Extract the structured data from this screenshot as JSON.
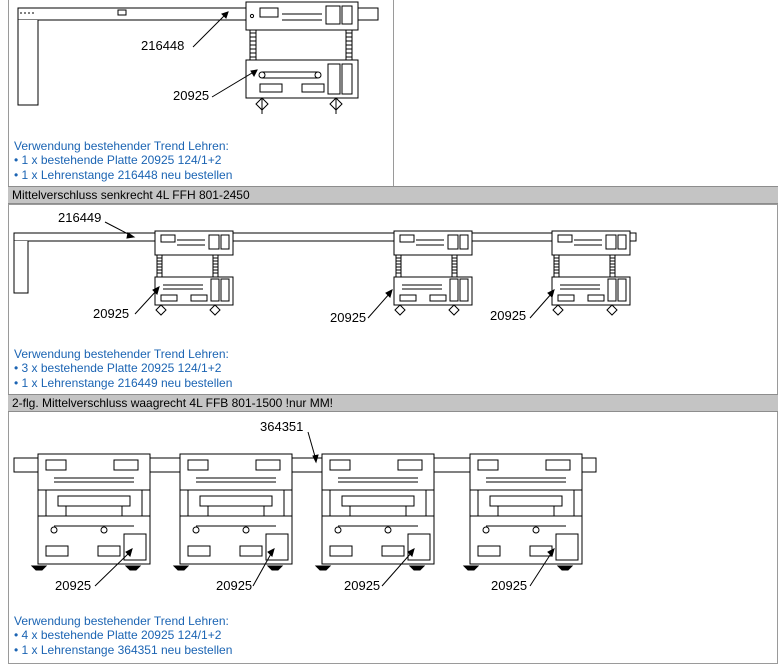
{
  "section1": {
    "labels": {
      "rod": "216448",
      "plate": "20925"
    },
    "notes": [
      "Verwendung bestehender Trend Lehren:",
      "• 1 x bestehende Platte 20925 124/1+2",
      "• 1 x Lehrenstange 216448 neu bestellen"
    ]
  },
  "section2": {
    "title": "Mittelverschluss senkrecht 4L FFH 801-2450",
    "labels": {
      "rod": "216449",
      "plate1": "20925",
      "plate2": "20925",
      "plate3": "20925"
    },
    "notes": [
      "Verwendung bestehender Trend Lehren:",
      "• 3 x bestehende Platte 20925 124/1+2",
      "• 1 x Lehrenstange 216449 neu bestellen"
    ]
  },
  "section3": {
    "title": "2-flg. Mittelverschluss waagrecht 4L FFB 801-1500 !nur MM!",
    "labels": {
      "rod": "364351",
      "plate1": "20925",
      "plate2": "20925",
      "plate3": "20925",
      "plate4": "20925"
    },
    "notes": [
      "Verwendung bestehender Trend Lehren:",
      "• 4 x bestehende Platte 20925 124/1+2",
      "• 1 x Lehrenstange 364351 neu bestellen"
    ]
  }
}
